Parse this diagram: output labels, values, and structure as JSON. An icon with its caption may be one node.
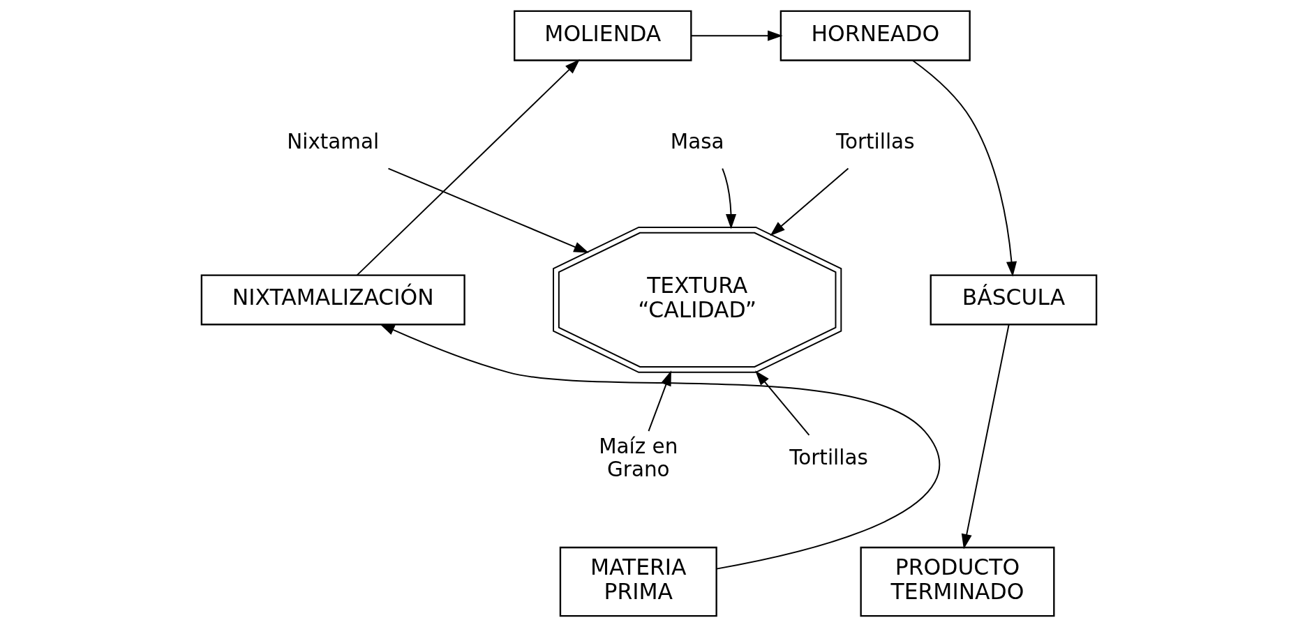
{
  "diagram": {
    "nodes": [
      {
        "text": [
          "MATERIA PRIMA"
        ]
      },
      {
        "text": [
          "NIXTAMALIZACIÓN"
        ]
      },
      {
        "text": [
          "MOLIENDA"
        ]
      },
      {
        "text": [
          "HORNEADO"
        ]
      },
      {
        "text": [
          "BÁSCULA"
        ]
      },
      {
        "text": [
          "PRODUCTO TERMINADO"
        ]
      },
      {
        "text": [
          "TEXTURA “CALIDAD”"
        ]
      },
      {
        "text": [
          "Nixtamal"
        ]
      },
      {
        "text": [
          "Masa"
        ]
      },
      {
        "text": [
          "Tortillas"
        ]
      },
      {
        "text": [
          "Maíz en Grano"
        ]
      },
      {
        "text": [
          "Tortillas"
        ]
      }
    ],
    "edges": [
      {
        "from": 0,
        "to": 1,
        "arrow": "to"
      },
      {
        "from": 1,
        "to": 2,
        "arrow": "to"
      },
      {
        "from": 2,
        "to": 3,
        "arrow": "to"
      },
      {
        "from": 3,
        "to": 4,
        "arrow": "to"
      },
      {
        "from": 4,
        "to": 5,
        "arrow": "to"
      },
      {
        "from": 7,
        "to": 6,
        "arrow": "to"
      },
      {
        "from": 8,
        "to": 6,
        "arrow": "to"
      },
      {
        "from": 9,
        "to": 6,
        "arrow": "to"
      },
      {
        "from": 10,
        "to": 6,
        "arrow": "to"
      },
      {
        "from": 11,
        "to": 6,
        "arrow": "to"
      }
    ]
  }
}
